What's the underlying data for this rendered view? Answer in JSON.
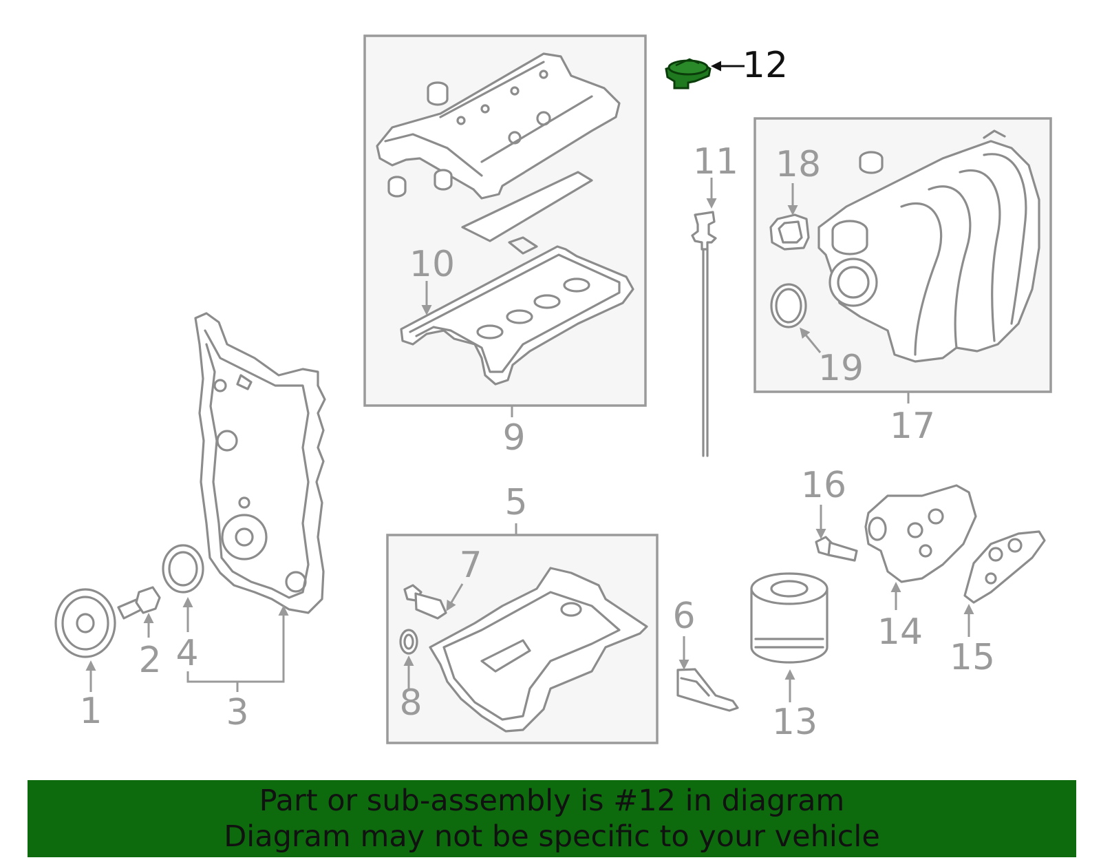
{
  "callouts": {
    "c1": "1",
    "c2": "2",
    "c3": "3",
    "c4": "4",
    "c5": "5",
    "c6": "6",
    "c7": "7",
    "c8": "8",
    "c9": "9",
    "c10": "10",
    "c11": "11",
    "c12": "12",
    "c13": "13",
    "c14": "14",
    "c15": "15",
    "c16": "16",
    "c17": "17",
    "c18": "18",
    "c19": "19"
  },
  "highlight": {
    "part": "12",
    "color": "#1f7a1f"
  },
  "banner": {
    "line1": "Part or sub-assembly is #12 in diagram",
    "line2": "Diagram may not be specific to your vehicle",
    "color": "#0d6b0d"
  }
}
